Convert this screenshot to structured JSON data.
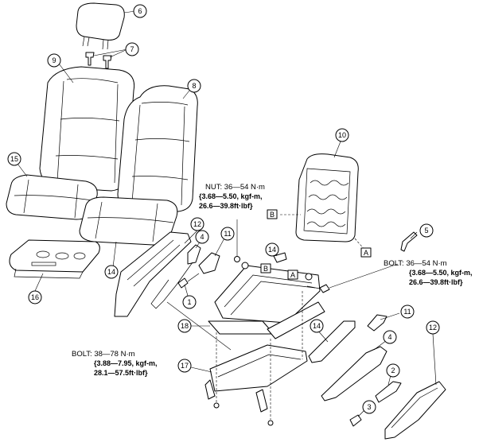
{
  "callouts": [
    {
      "num": "1"
    },
    {
      "num": "2"
    },
    {
      "num": "3"
    },
    {
      "num": "4"
    },
    {
      "num": "4"
    },
    {
      "num": "5"
    },
    {
      "num": "6"
    },
    {
      "num": "7"
    },
    {
      "num": "8"
    },
    {
      "num": "9"
    },
    {
      "num": "10"
    },
    {
      "num": "11"
    },
    {
      "num": "11"
    },
    {
      "num": "12"
    },
    {
      "num": "12"
    },
    {
      "num": "14"
    },
    {
      "num": "14"
    },
    {
      "num": "14"
    },
    {
      "num": "15"
    },
    {
      "num": "16"
    },
    {
      "num": "17"
    },
    {
      "num": "18"
    }
  ],
  "letters": {
    "a1": "A",
    "a2": "A",
    "b1": "B",
    "b2": "B"
  },
  "torque": {
    "nut": {
      "l1": "NUT: 36—54 N·m",
      "l2": "{3.68—5.50, kgf-m,",
      "l3": "26.6—39.8ft·lbf}"
    },
    "bolt_right": {
      "l1": "BOLT: 36—54 N·m",
      "l2": "{3.68—5.50, kgf-m,",
      "l3": "26.6—39.8ft·lbf}"
    },
    "bolt_left": {
      "l1": "BOLT: 38—78 N·m",
      "l2": "{3.88—7.95, kgf-m,",
      "l3": "28.1—57.5ft·lbf}"
    }
  }
}
